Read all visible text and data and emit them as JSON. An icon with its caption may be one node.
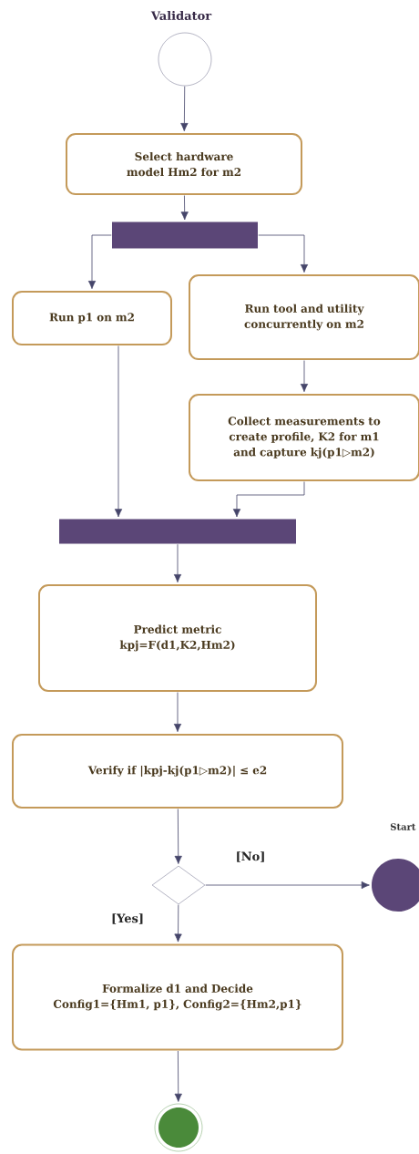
{
  "diagram": {
    "nodes": [
      {
        "text": [
          "Validator"
        ]
      },
      {
        "text": [
          "Select hardware model Hm2  for m2"
        ]
      },
      {
        "text": [],
        "shape": "bar"
      },
      {
        "text": [
          "Run p1 on m2"
        ]
      },
      {
        "text": [
          "Run tool and utility concurrently on m2"
        ]
      },
      {
        "text": [
          "Collect measurements to create profile, K2 for m1 and capture kj(p1▷m2)"
        ]
      },
      {
        "text": [],
        "shape": "bar"
      },
      {
        "text": [
          "Predict metric kpj=F(d1,K2,Hm2)"
        ]
      },
      {
        "text": [
          "Verify if |kpj-kj(p1▷m2)| ≤ e2"
        ]
      },
      {
        "text": [],
        "shape": "diamond"
      },
      {
        "text": [
          "Start"
        ]
      },
      {
        "text": [
          "Formalize  d1 and Decide Config1={Hm1, p1}, Config2={Hm2,p1}"
        ]
      },
      {
        "text": [],
        "shape": "circle"
      }
    ],
    "edges": [
      {
        "from": 0,
        "to": 1,
        "arrow": "to"
      },
      {
        "from": 1,
        "to": 2,
        "arrow": "to"
      },
      {
        "from": 2,
        "to": 3,
        "arrow": "to"
      },
      {
        "from": 2,
        "to": 4,
        "arrow": "to"
      },
      {
        "from": 4,
        "to": 5,
        "arrow": "to"
      },
      {
        "from": 3,
        "to": 6,
        "arrow": "to"
      },
      {
        "from": 5,
        "to": 6,
        "arrow": "to"
      },
      {
        "from": 6,
        "to": 7,
        "arrow": "to"
      },
      {
        "from": 7,
        "to": 8,
        "arrow": "to"
      },
      {
        "from": 8,
        "to": 9,
        "arrow": "to"
      },
      {
        "from": 9,
        "to": 10,
        "arrow": "to",
        "label": "[No]"
      },
      {
        "from": 9,
        "to": 11,
        "arrow": "to",
        "label": "[Yes]"
      },
      {
        "from": 11,
        "to": 12,
        "arrow": "to"
      }
    ]
  }
}
